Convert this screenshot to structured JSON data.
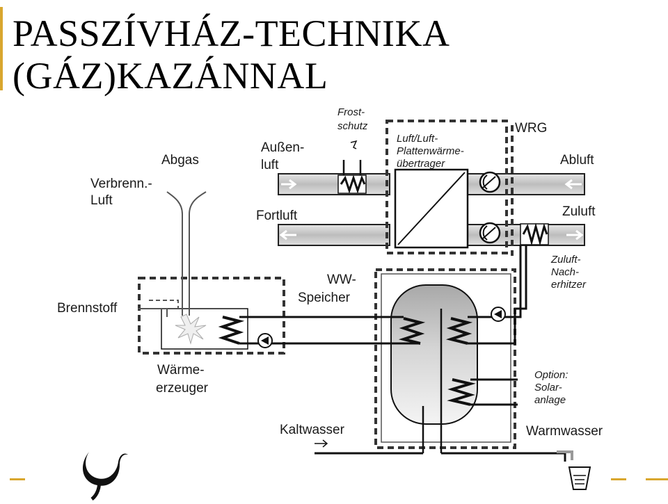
{
  "title": {
    "line1": "PASSZÍVHÁZ-TECHNIKA",
    "line2": "(GÁZ)KAZÁNNAL"
  },
  "labels": {
    "frostschutz": [
      "Frost-",
      "schutz"
    ],
    "wrg": "WRG",
    "plate_hx": [
      "Luft/Luft-",
      "Plattenwärme-",
      "übertrager"
    ],
    "aussenluft": [
      "Außen-",
      "luft"
    ],
    "abgas": "Abgas",
    "verbrennungsluft": [
      "Verbrenn.-",
      "Luft"
    ],
    "abluft": "Abluft",
    "fortluft": "Fortluft",
    "zuluft": "Zuluft",
    "zuluft_nacherhitzer": [
      "Zuluft-",
      "Nach-",
      "erhitzer"
    ],
    "ww_speicher": [
      "WW-",
      "Speicher"
    ],
    "brennstoff": "Brennstoff",
    "waermeerzeuger": [
      "Wärme-",
      "erzeuger"
    ],
    "option_solar": [
      "Option:",
      "Solar-",
      "anlage"
    ],
    "kaltwasser": "Kaltwasser",
    "warmwasser": "Warmwasser"
  },
  "colors": {
    "accent": "#d9a62e",
    "line": "#111111",
    "duct_fill": "#c8c8c8"
  }
}
